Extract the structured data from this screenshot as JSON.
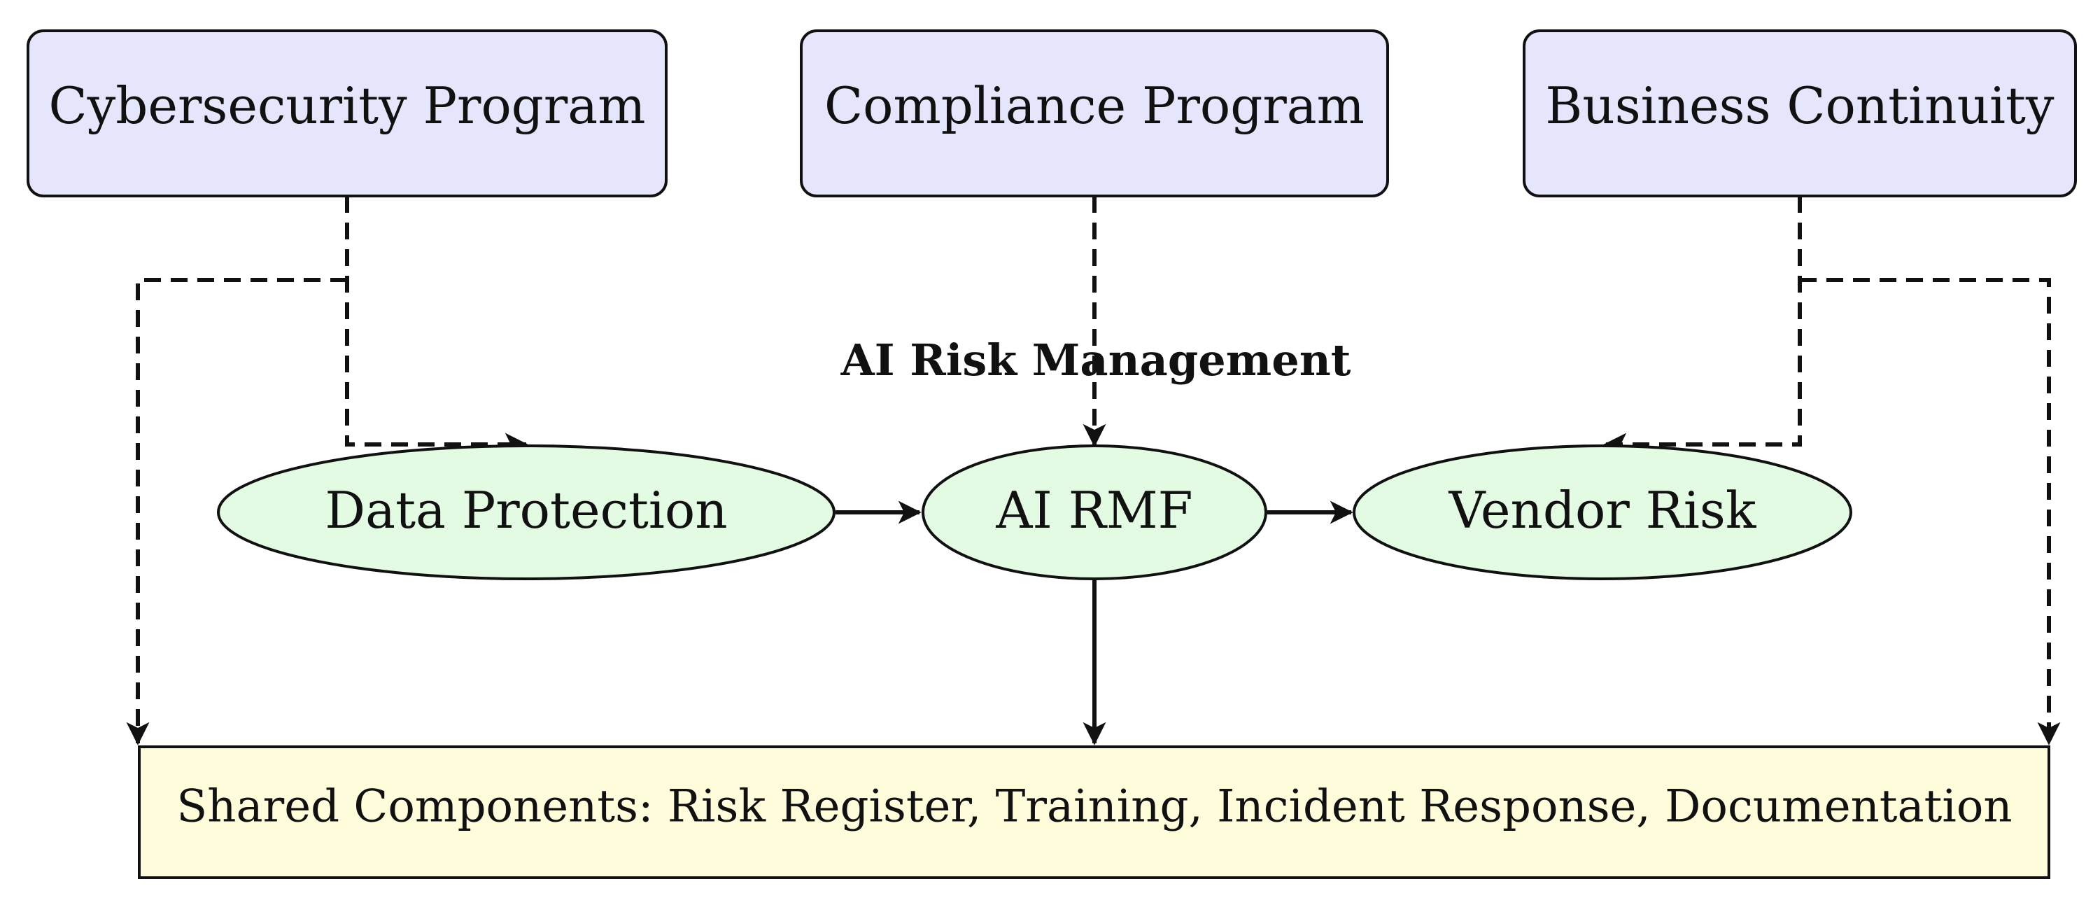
{
  "diagram": {
    "programs": [
      {
        "id": "cyber",
        "label": "Cybersecurity Program"
      },
      {
        "id": "compliance",
        "label": "Compliance Program"
      },
      {
        "id": "continuity",
        "label": "Business Continuity"
      }
    ],
    "group_label": "AI Risk Management",
    "nodes": [
      {
        "id": "data-protection",
        "label": "Data Protection"
      },
      {
        "id": "ai-rmf",
        "label": "AI RMF"
      },
      {
        "id": "vendor-risk",
        "label": "Vendor Risk"
      }
    ],
    "shared": {
      "label": "Shared Components: Risk Register, Training, Incident Response, Documentation"
    },
    "colors": {
      "program_fill": "#e5e5fc",
      "node_fill": "#e3fbe3",
      "shared_fill": "#fefcdb",
      "stroke": "#111111"
    }
  }
}
